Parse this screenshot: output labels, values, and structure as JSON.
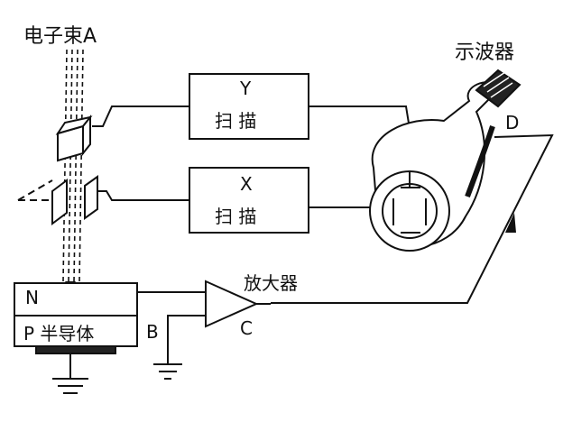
{
  "labels": {
    "beam": "电子束A",
    "oscilloscope": "示波器",
    "y_scan_top": "Y",
    "y_scan_bottom": "扫 描",
    "x_scan_top": "X",
    "x_scan_bottom": "扫 描",
    "amplifier": "放大器",
    "n_region": "N",
    "p_region": "P 半导体",
    "point_b": "B",
    "point_c": "C",
    "point_d": "D"
  }
}
